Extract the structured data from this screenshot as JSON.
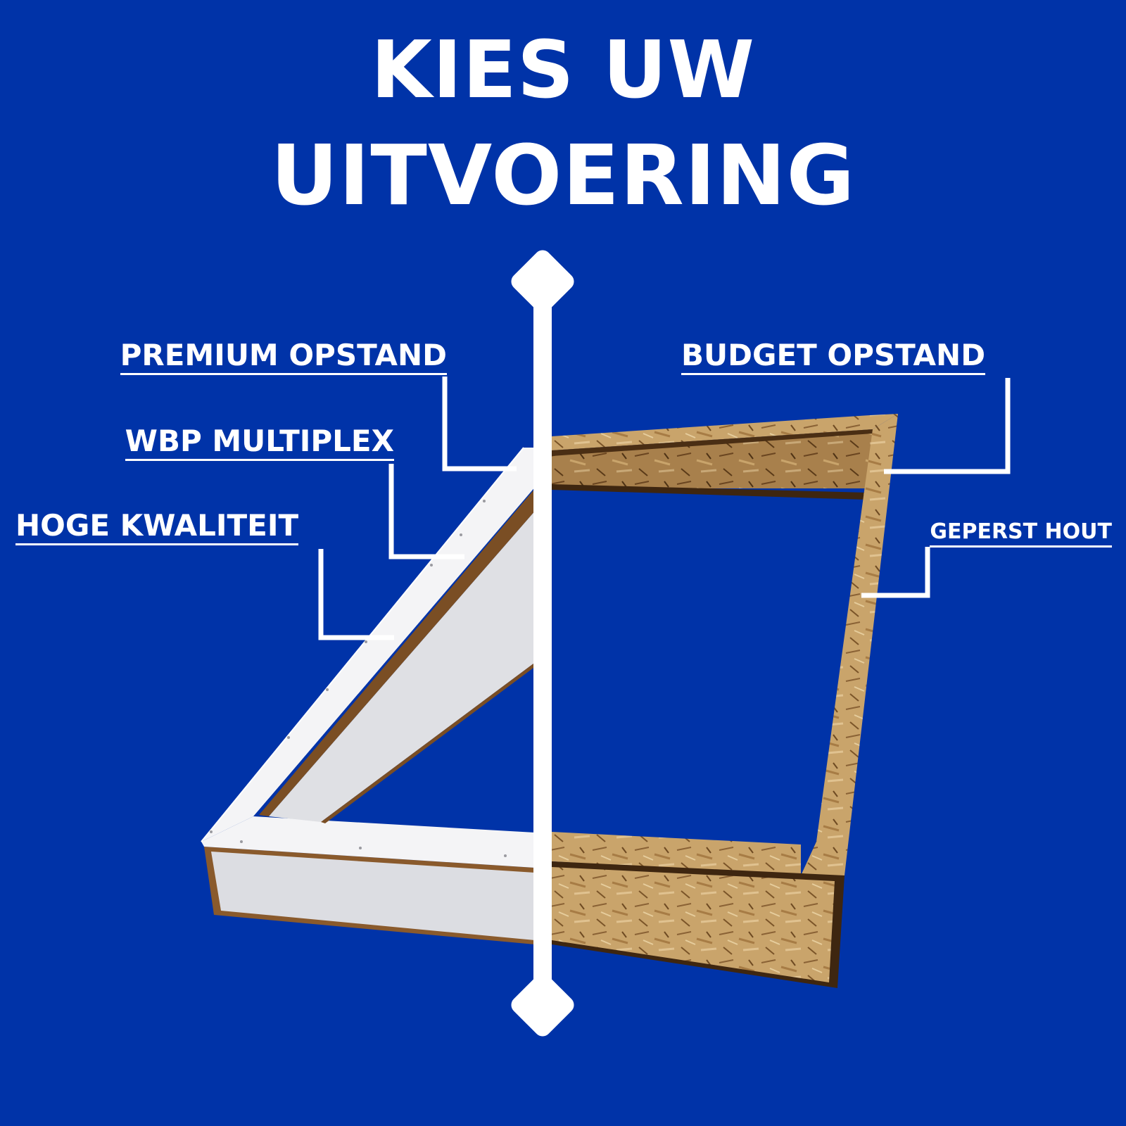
{
  "title": {
    "line1": "KIES UW",
    "line2": "UITVOERING"
  },
  "left_option": {
    "name": "PREMIUM OPSTAND",
    "features": [
      "WBP MULTIPLEX",
      "HOGE KWALITEIT"
    ]
  },
  "right_option": {
    "name": "BUDGET OPSTAND",
    "features": [
      "GEPERST HOUT"
    ]
  },
  "colors": {
    "background": "#0033a8",
    "text": "#ffffff",
    "multiplex_white": "#eeeef0",
    "osb_wood": "#c9a46b"
  },
  "icons": {
    "divider_top": "diamond-marker",
    "divider_bottom": "diamond-marker"
  }
}
